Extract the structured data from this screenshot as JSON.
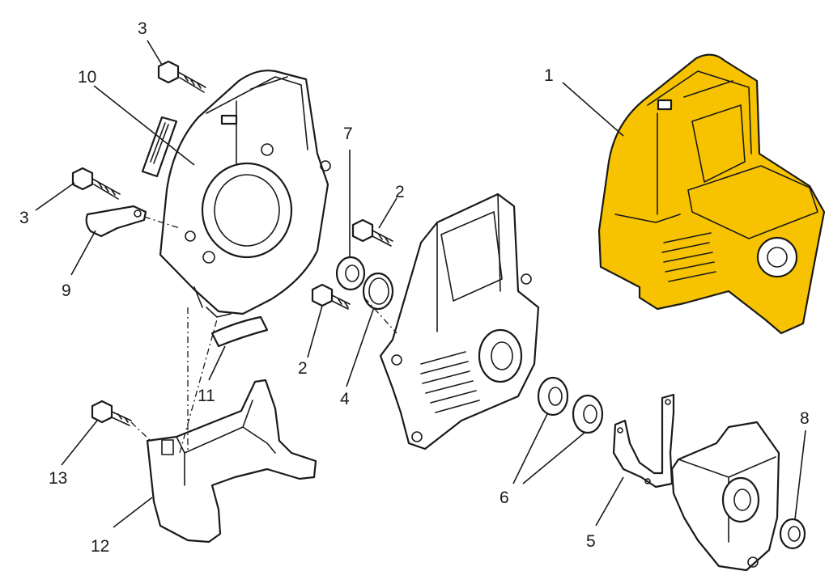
{
  "diagram": {
    "highlight_color": "#f7c300",
    "line_color": "#1a1a1a",
    "callouts": {
      "c1": "1",
      "c2a": "2",
      "c2b": "2",
      "c3a": "3",
      "c3b": "3",
      "c4": "4",
      "c5": "5",
      "c6": "6",
      "c7": "7",
      "c8": "8",
      "c9": "9",
      "c10": "10",
      "c11": "11",
      "c12": "12",
      "c13": "13"
    }
  }
}
